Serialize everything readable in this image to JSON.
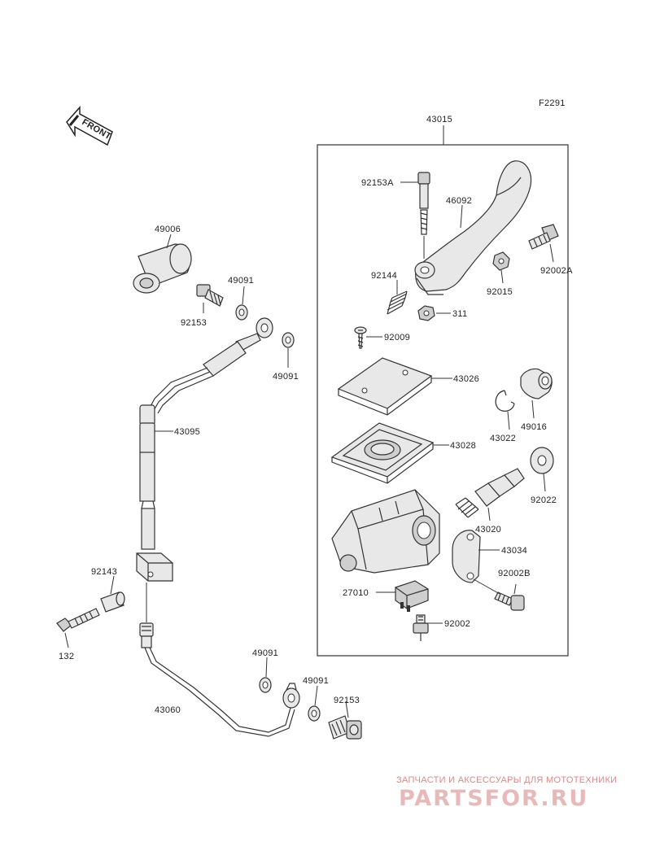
{
  "figure_code": "F2291",
  "front_label": "FRONT",
  "assembly_label": "43015",
  "parts": [
    {
      "id": "p49006",
      "label": "49006"
    },
    {
      "id": "p49091a",
      "label": "49091"
    },
    {
      "id": "p92153a",
      "label": "92153"
    },
    {
      "id": "p49091b",
      "label": "49091"
    },
    {
      "id": "p43095",
      "label": "43095"
    },
    {
      "id": "p92143",
      "label": "92143"
    },
    {
      "id": "p132",
      "label": "132"
    },
    {
      "id": "p43060",
      "label": "43060"
    },
    {
      "id": "p49091c",
      "label": "49091"
    },
    {
      "id": "p49091d",
      "label": "49091"
    },
    {
      "id": "p92153b",
      "label": "92153"
    },
    {
      "id": "p92153A",
      "label": "92153A"
    },
    {
      "id": "p46092",
      "label": "46092"
    },
    {
      "id": "p92002A",
      "label": "92002A"
    },
    {
      "id": "p92144",
      "label": "92144"
    },
    {
      "id": "p92015",
      "label": "92015"
    },
    {
      "id": "p311",
      "label": "311"
    },
    {
      "id": "p92009",
      "label": "92009"
    },
    {
      "id": "p43026",
      "label": "43026"
    },
    {
      "id": "p49016",
      "label": "49016"
    },
    {
      "id": "p43022",
      "label": "43022"
    },
    {
      "id": "p43028",
      "label": "43028"
    },
    {
      "id": "p92022",
      "label": "92022"
    },
    {
      "id": "p43020",
      "label": "43020"
    },
    {
      "id": "p43034",
      "label": "43034"
    },
    {
      "id": "p92002B",
      "label": "92002B"
    },
    {
      "id": "p27010",
      "label": "27010"
    },
    {
      "id": "p92002",
      "label": "92002"
    }
  ],
  "watermark": {
    "tagline": "ЗАПЧАСТИ И АКСЕССУАРЫ ДЛЯ МОТОТЕХНИКИ",
    "brand": "PARTSFOR.RU"
  }
}
